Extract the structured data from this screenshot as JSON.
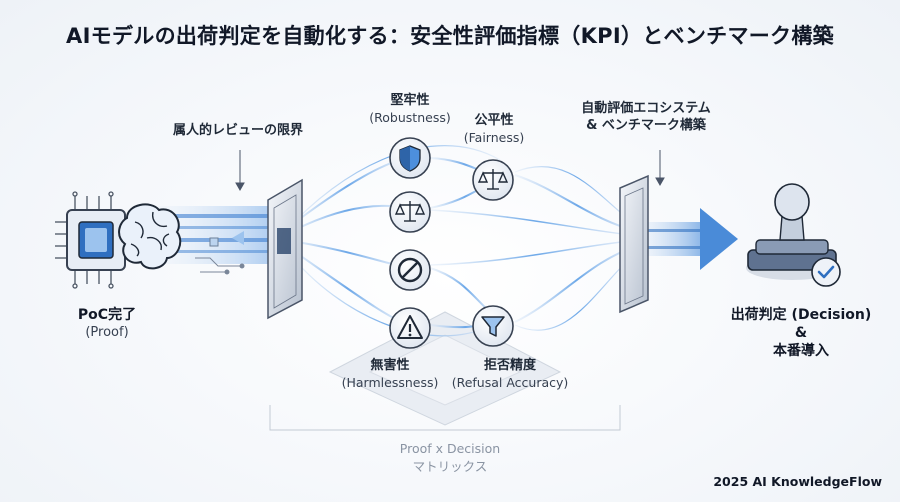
{
  "title": "AIモデルの出荷判定を自動化する：安全性評価指標（KPI）とベンチマーク構築",
  "left": {
    "jp": "PoC完了",
    "en": "(Proof)"
  },
  "limit_label": "属人的レビューの限界",
  "robustness": {
    "jp": "堅牢性",
    "en": "(Robustness)"
  },
  "fairness": {
    "jp": "公平性",
    "en": "(Fairness)"
  },
  "harmlessness": {
    "jp": "無害性",
    "en": "(Harmlessness)"
  },
  "refusal": {
    "jp": "拒否精度",
    "en": "(Refusal Accuracy)"
  },
  "auto_eval": {
    "line1": "自動評価エコシステム",
    "line2": "& ベンチマーク構築"
  },
  "right": {
    "line1": "出荷判定 (Decision)",
    "line2": "&",
    "line3": "本番導入"
  },
  "matrix": {
    "line1": "Proof x Decision",
    "line2": "マトリックス"
  },
  "footer": "2025 AI KnowledgeFlow",
  "colors": {
    "accent": "#3b6fb6",
    "flow": "#7fb2e8",
    "dark": "#2d3b55",
    "icon_bg": "#eef2f8"
  }
}
